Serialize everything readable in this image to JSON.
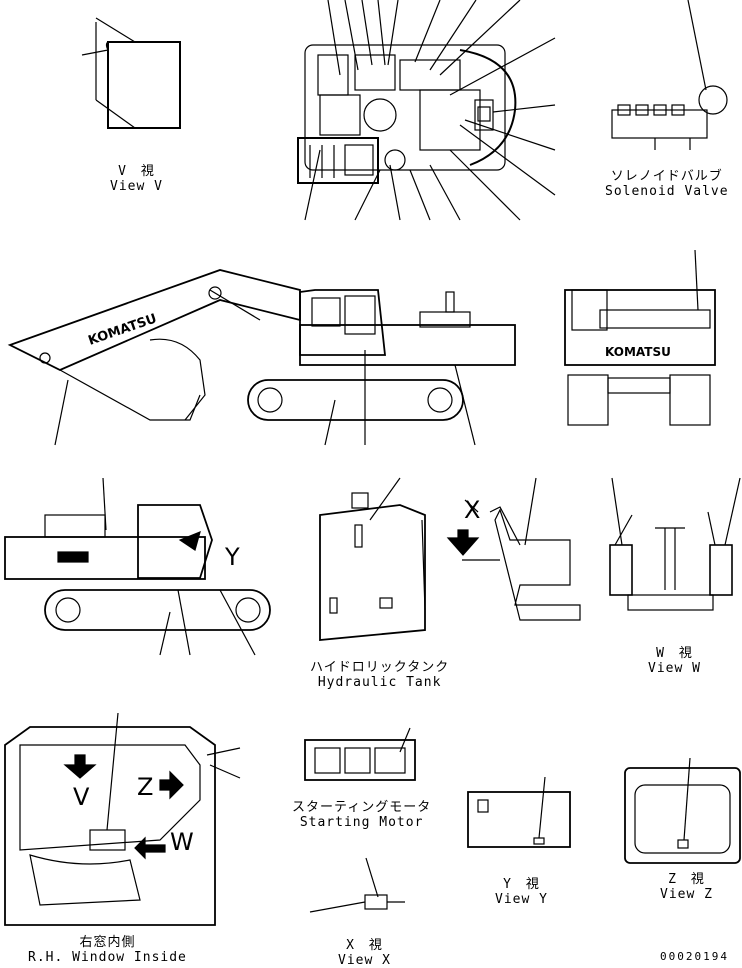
{
  "views": {
    "view_v": {
      "jp": "V　視",
      "en": "View V"
    },
    "solenoid": {
      "jp": "ソレノイドバルブ",
      "en": "Solenoid Valve"
    },
    "hydraulic": {
      "jp": "ハイドロリックタンク",
      "en": "Hydraulic Tank"
    },
    "view_w": {
      "jp": "W　視",
      "en": "View W"
    },
    "rh_window": {
      "jp": "右窓内側",
      "en": "R.H. Window Inside"
    },
    "starting_motor": {
      "jp": "スターティングモータ",
      "en": "Starting Motor"
    },
    "view_y": {
      "jp": "Y　視",
      "en": "View Y"
    },
    "view_z": {
      "jp": "Z　視",
      "en": "View Z"
    },
    "view_x": {
      "jp": "X　視",
      "en": "View X"
    }
  },
  "letters": {
    "y_side": "Y",
    "x_arrow": "X",
    "v_window": "V",
    "z_window": "Z",
    "w_window": "W"
  },
  "brand": "KOMATSU",
  "drawing_code": "00020194"
}
